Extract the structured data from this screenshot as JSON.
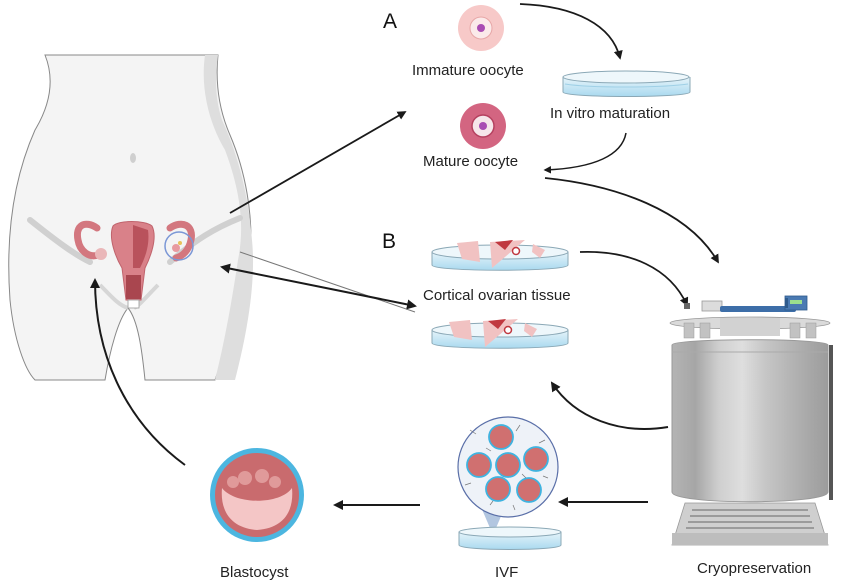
{
  "figure": {
    "sections": {
      "a": "A",
      "b": "B"
    },
    "labels": {
      "immature_oocyte": "Immature oocyte",
      "in_vitro_maturation": "In vitro maturation",
      "mature_oocyte": "Mature oocyte",
      "cortical_ovarian_tissue": "Cortical ovarian tissue",
      "cryopreservation": "Cryopreservation",
      "ivf": "IVF",
      "blastocyst": "Blastocyst"
    },
    "icons": {
      "body": "female-torso-with-reproductive-organs",
      "immature_oocyte": "immature-oocyte-cell",
      "mature_oocyte": "mature-oocyte-cell",
      "ivm_dish": "petri-dish",
      "tissue_dish": "petri-dish-with-ovarian-tissue",
      "cryo_tank": "liquid-nitrogen-cryo-tank",
      "ivf": "magnified-fertilization-dish",
      "blastocyst": "blastocyst-cross-section"
    },
    "colors": {
      "arrow": "#1a1a1a",
      "skin": "#f2f2f2",
      "skin_shadow": "#dcdcdc",
      "uterus": "#d9808a",
      "immature_oocyte": "#f6c9c9",
      "mature_oocyte": "#d4647f",
      "nucleus": "#a44ab0",
      "dish_liquid": "#bfe3f2",
      "tank_metal": "#c8c8c8",
      "tank_lid": "#3d6ea8",
      "blastocyst_ring": "#4cb6e0",
      "blastocyst_cells": "#c96b6e"
    }
  }
}
